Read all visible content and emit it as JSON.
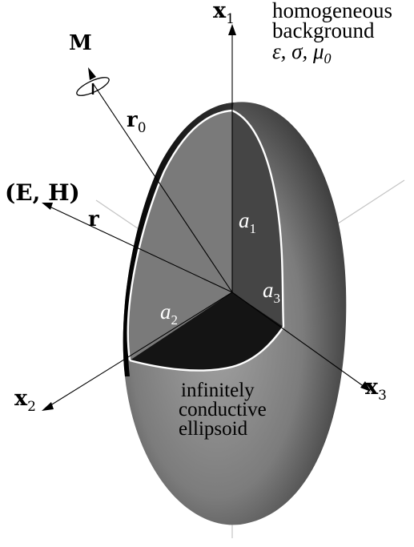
{
  "background_label": {
    "line1": "homogeneous",
    "line2": "background",
    "line3": "ε, σ, μ",
    "line3_sub": "0"
  },
  "axes": {
    "x1": {
      "base": "x",
      "sub": "1"
    },
    "x2": {
      "base": "x",
      "sub": "2"
    },
    "x3": {
      "base": "x",
      "sub": "3"
    }
  },
  "vectors": {
    "moment": "M",
    "r0": {
      "base": "r",
      "sub": "0"
    },
    "r": "r",
    "fields": "(E, H)"
  },
  "semi_axes": {
    "a1": {
      "base": "a",
      "sub": "1"
    },
    "a2": {
      "base": "a",
      "sub": "2"
    },
    "a3": {
      "base": "a",
      "sub": "3"
    }
  },
  "ellipsoid_label": {
    "line1": "infinitely",
    "line2": "conductive",
    "line3": "ellipsoid"
  },
  "colors": {
    "ellipsoid_light": "#8a8a8a",
    "ellipsoid_dark": "#1a1a1a",
    "cut_face_mid": "#7a7a7a",
    "cut_face_dark": "#454545",
    "cut_face_darkest": "#141414",
    "edge_white": "#ffffff",
    "axis_gray": "#b8b8b8"
  }
}
